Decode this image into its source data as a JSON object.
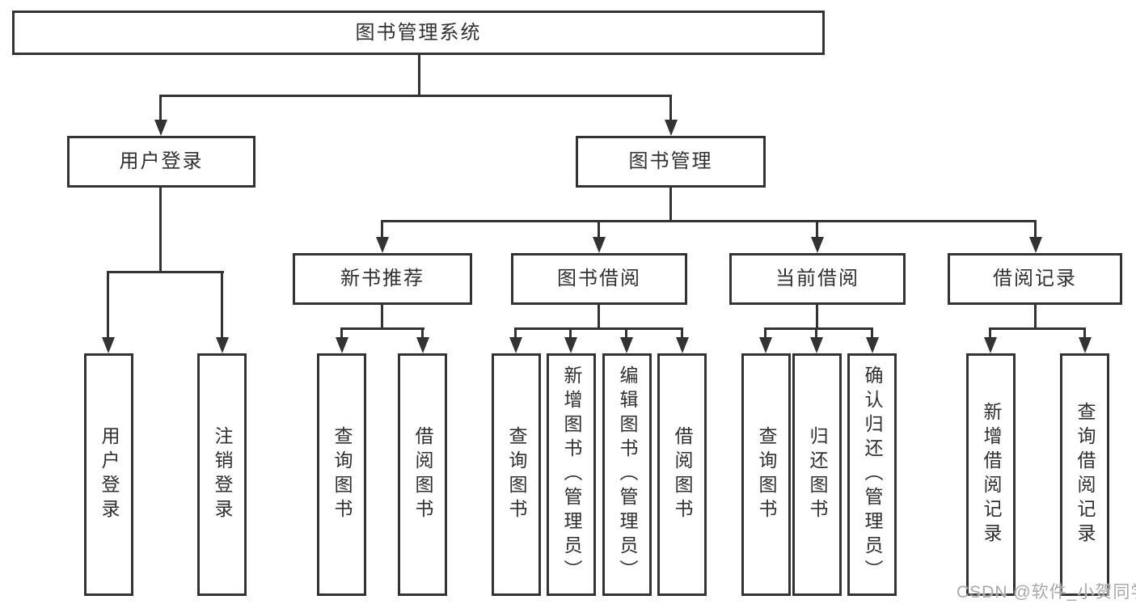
{
  "diagram": {
    "root": "图书管理系统",
    "branches": [
      {
        "label": "用户登录",
        "children": [
          "用户登录",
          "注销登录"
        ]
      },
      {
        "label": "图书管理",
        "sections": [
          {
            "label": "新书推荐",
            "children": [
              "查询图书",
              "借阅图书"
            ]
          },
          {
            "label": "图书借阅",
            "children": [
              "查询图书",
              "新增图书（管理员）",
              "编辑图书（管理员）",
              "借阅图书"
            ]
          },
          {
            "label": "当前借阅",
            "children": [
              "查询图书",
              "归还图书",
              "确认归还（管理员）"
            ]
          },
          {
            "label": "借阅记录",
            "children": [
              "新增借阅记录",
              "查询借阅记录"
            ]
          }
        ]
      }
    ],
    "watermark": "CSDN @软件_小贺同学",
    "colors": {
      "line": "#333333",
      "text": "#2f2f2f",
      "watermark": "#a8a8a8",
      "background": "#ffffff"
    }
  }
}
